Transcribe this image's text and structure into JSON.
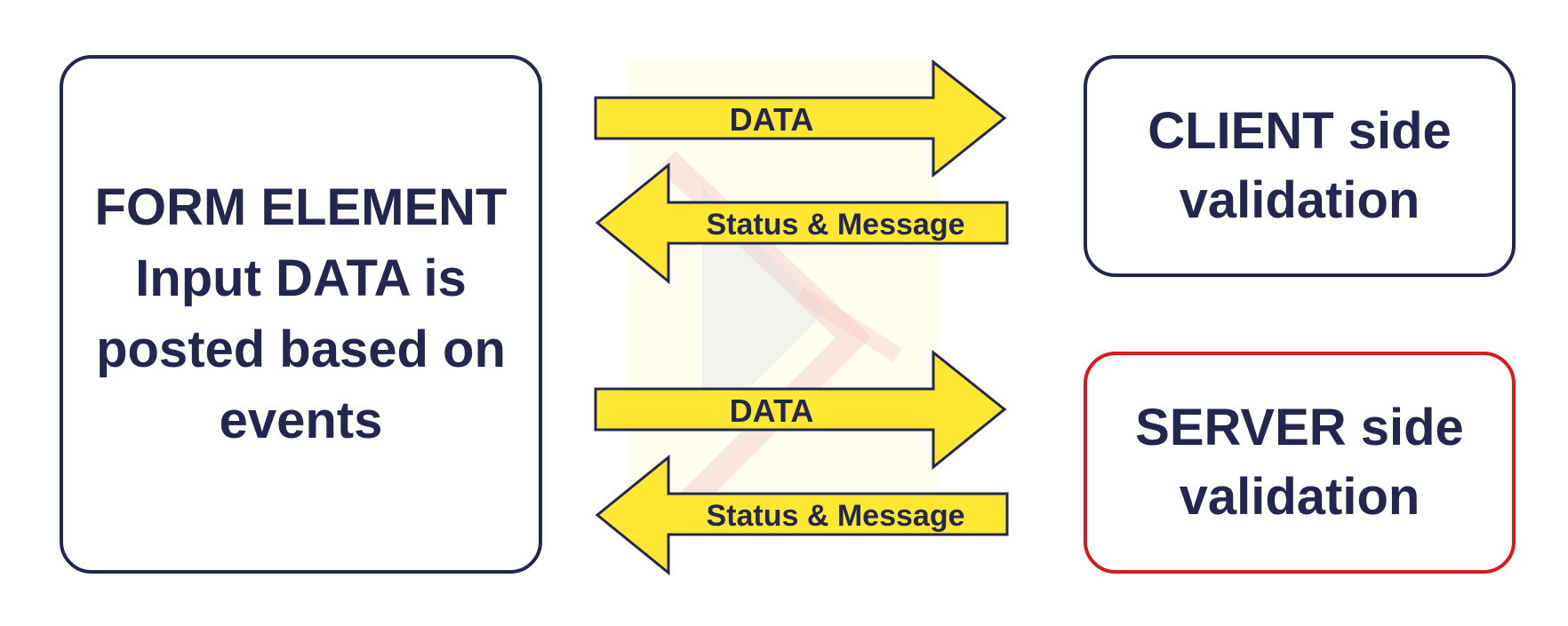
{
  "form_box": {
    "text": "FORM ELEMENT\nInput DATA is\nposted based on\nevents"
  },
  "client_box": {
    "text": "CLIENT side\nvalidation"
  },
  "server_box": {
    "text": "SERVER side\nvalidation"
  },
  "arrows": [
    {
      "label": "DATA",
      "direction": "right",
      "to": "client"
    },
    {
      "label": "Status & Message",
      "direction": "left",
      "from": "client"
    },
    {
      "label": "DATA",
      "direction": "right",
      "to": "server"
    },
    {
      "label": "Status & Message",
      "direction": "left",
      "from": "server"
    }
  ],
  "colors": {
    "arrow_fill": "#FFE733",
    "outline": "#232750",
    "server_border": "#D9191C"
  }
}
